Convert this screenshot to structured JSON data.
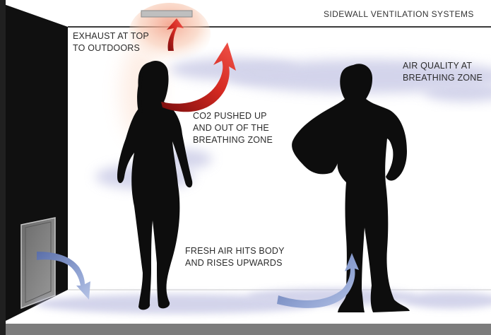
{
  "diagram": {
    "title": "SIDEWALL VENTILATION SYSTEMS",
    "labels": {
      "exhaust": [
        "EXHAUST AT TOP",
        "TO OUTDOORS"
      ],
      "air_quality": [
        "AIR QUALITY AT",
        "BREATHING ZONE"
      ],
      "co2": [
        "CO2 PUSHED UP",
        "AND OUT OF THE",
        "BREATHING ZONE"
      ],
      "fresh_air": [
        "FRESH AIR HITS BODY",
        "AND RISES UPWARDS"
      ]
    }
  }
}
